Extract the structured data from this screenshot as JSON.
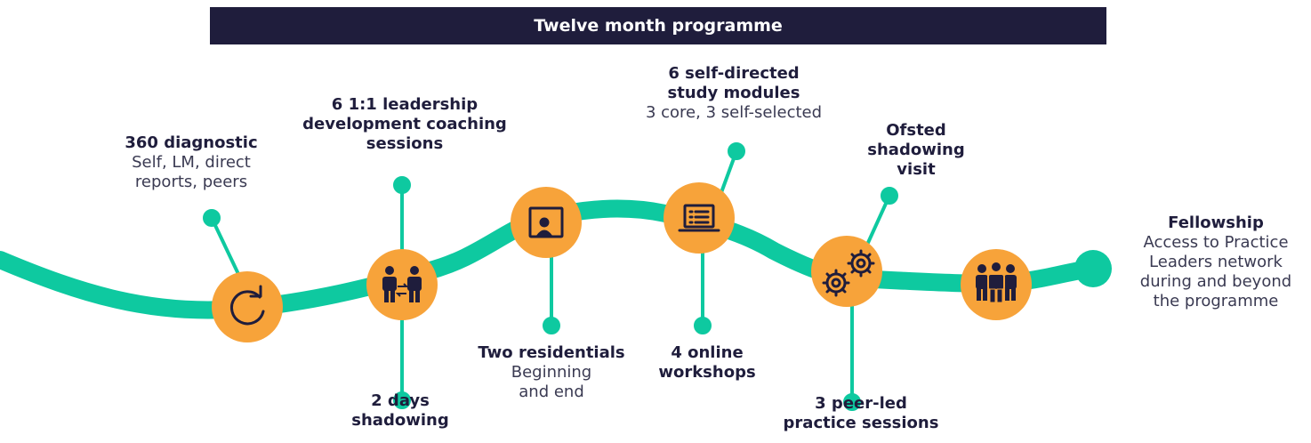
{
  "banner": {
    "title": "Twelve month programme"
  },
  "colors": {
    "track": "#0ec9a0",
    "node": "#f7a33a",
    "banner": "#1f1d3c",
    "icon": "#1f1d3c"
  },
  "milestones": [
    {
      "icon": "refresh-icon",
      "title": "360 diagnostic",
      "lines": [
        "Self, LM, direct",
        "reports, peers"
      ]
    },
    {
      "icon": "swap-people-icon",
      "title": [
        "6 1:1 leadership",
        "development coaching",
        "sessions"
      ]
    },
    {
      "icon": "swap-people-icon",
      "title": [
        "2 days",
        "shadowing"
      ]
    },
    {
      "icon": "presenter-icon",
      "title": "Two residentials",
      "lines": [
        "Beginning",
        "and end"
      ]
    },
    {
      "icon": "laptop-list-icon",
      "title": [
        "6 self-directed",
        "study modules"
      ],
      "lines": [
        "3 core, 3 self-selected"
      ]
    },
    {
      "icon": "laptop-list-icon",
      "title": [
        "4 online",
        "workshops"
      ]
    },
    {
      "icon": "gears-icon",
      "title": [
        "Ofsted",
        "shadowing",
        "visit"
      ]
    },
    {
      "icon": "gears-icon",
      "title": [
        "3 peer-led",
        "practice sessions"
      ]
    },
    {
      "icon": "group-icon",
      "title": "Fellowship",
      "lines": [
        "Access to Practice",
        "Leaders network",
        "during and beyond",
        "the programme"
      ]
    }
  ]
}
